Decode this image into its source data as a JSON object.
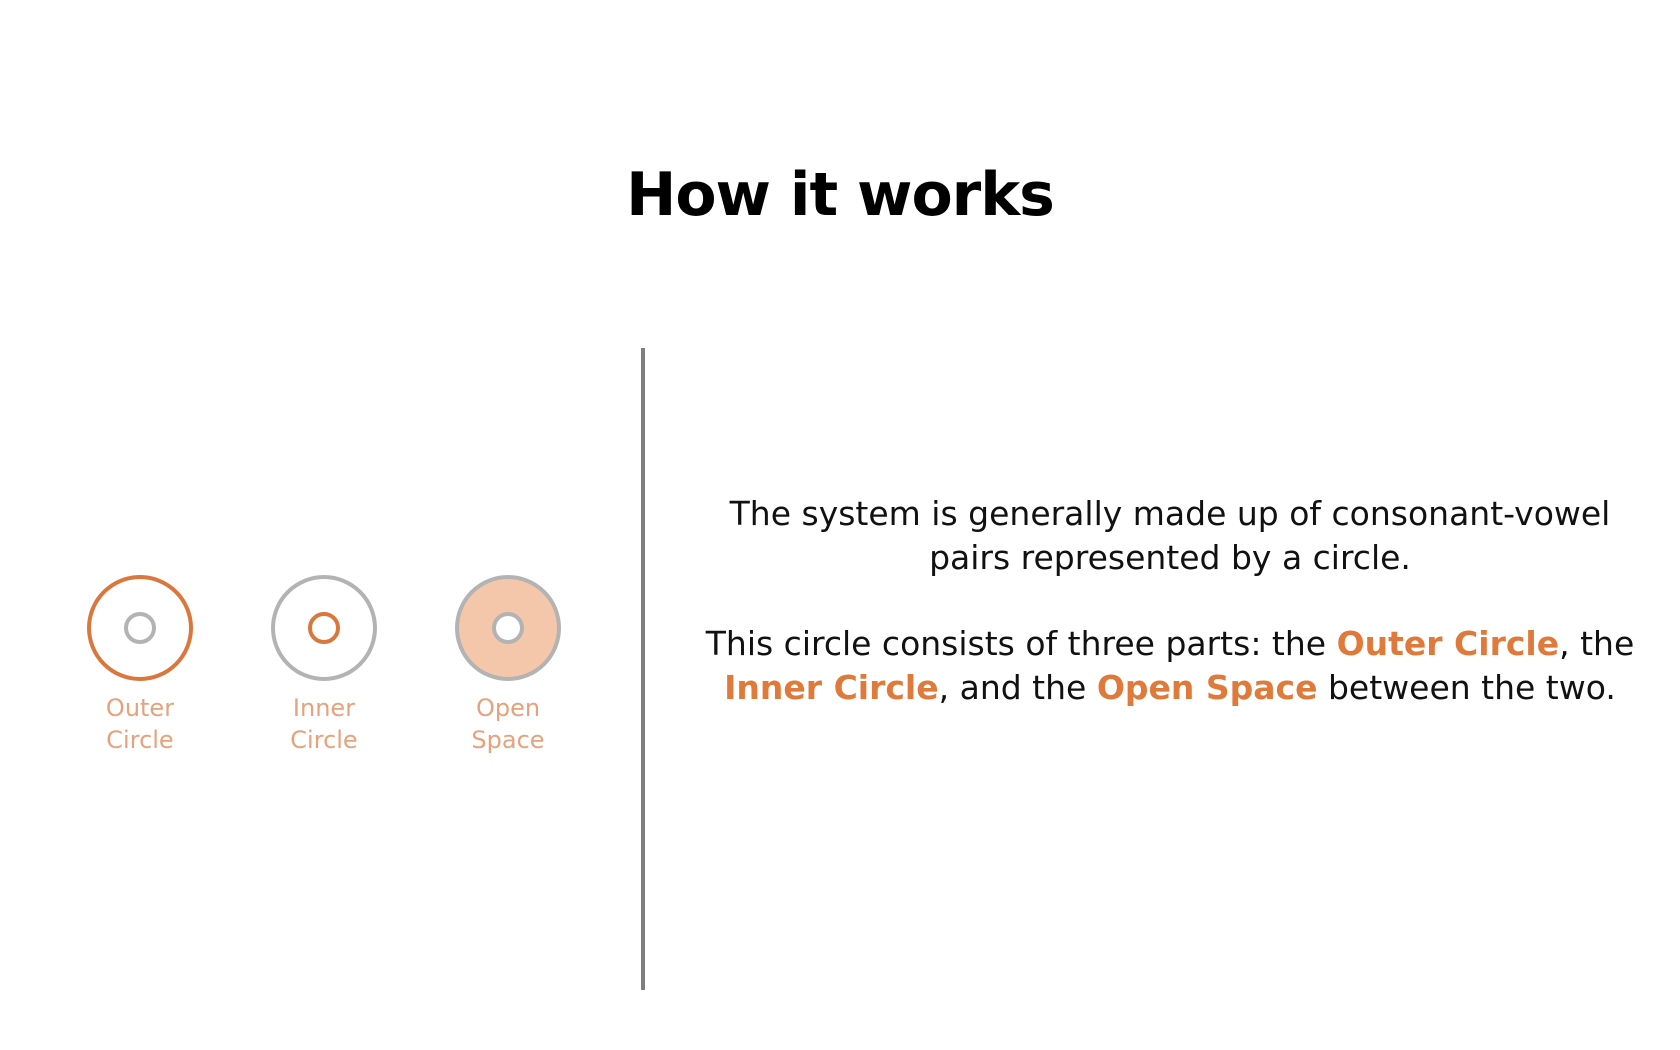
{
  "title": "How it works",
  "colors": {
    "accent": "#d9773d",
    "accent_light": "#f4c6aa",
    "gray": "#b3b3b3",
    "label": "#e6a27c",
    "divider": "#7f7f7f"
  },
  "legend": [
    {
      "label_line1": "Outer",
      "label_line2": "Circle",
      "icon": "outer-circle-icon"
    },
    {
      "label_line1": "Inner",
      "label_line2": "Circle",
      "icon": "inner-circle-icon"
    },
    {
      "label_line1": "Open",
      "label_line2": "Space",
      "icon": "open-space-icon"
    }
  ],
  "description": {
    "p1_line1": "The system is generally made up of consonant-vowel",
    "p1_line2": "pairs represented by a circle.",
    "p2_part1": "This circle consists of three parts: the ",
    "p2_outer": "Outer Circle",
    "p2_part2": ", the",
    "p2_inner": "Inner Circle",
    "p2_part3": ", and the ",
    "p2_open": "Open Space",
    "p2_part4": " between the two."
  }
}
